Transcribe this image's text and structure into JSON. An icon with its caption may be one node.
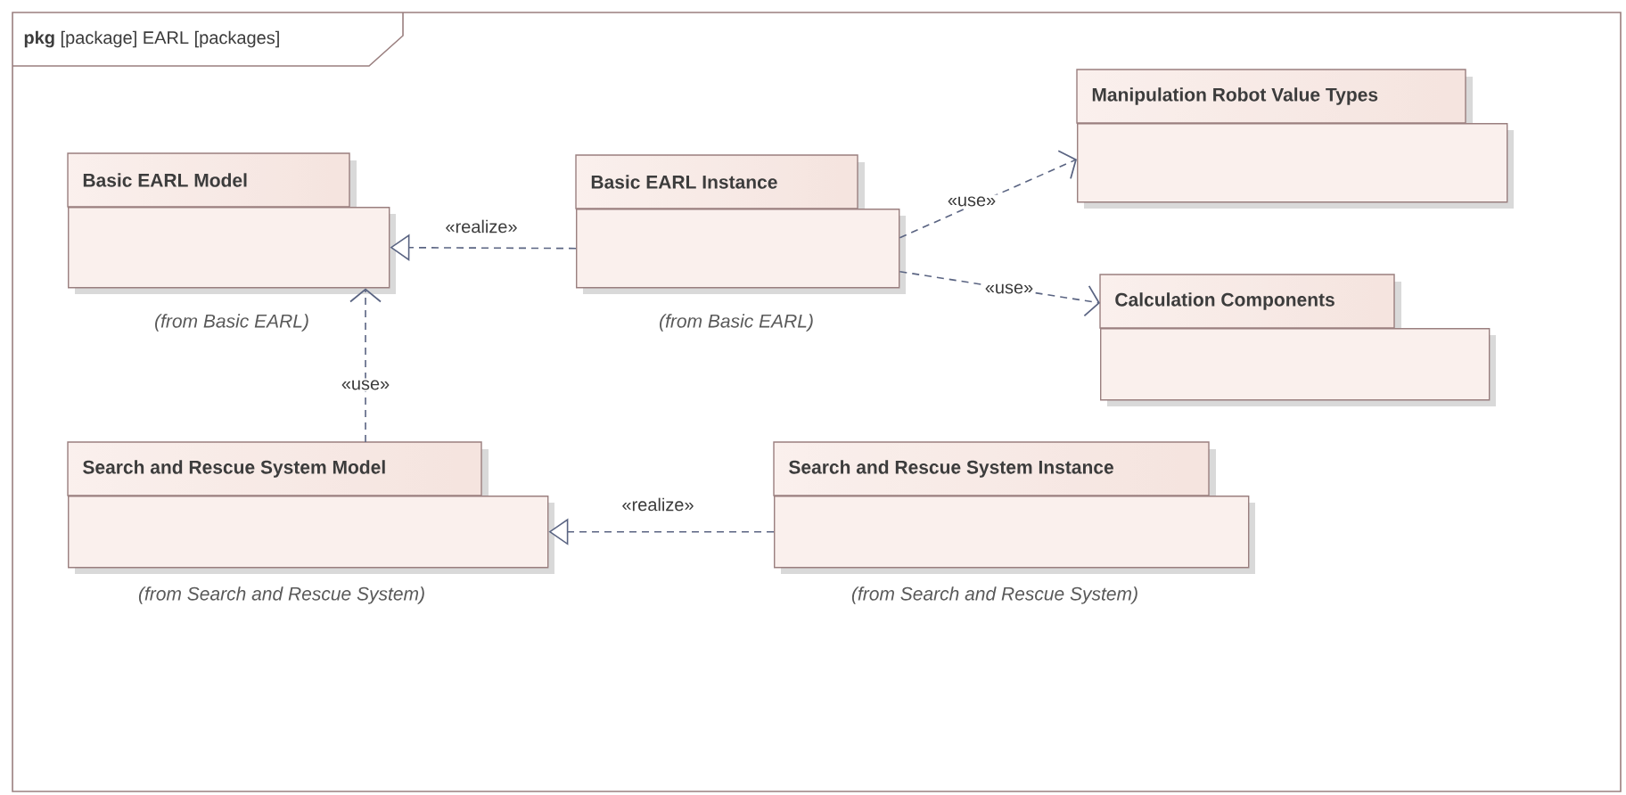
{
  "diagram": {
    "nodes": [
      {
        "text": [
          "**pkg** [package] EARL [packages]"
        ]
      },
      {
        "text": [
          "Basic EARL Model"
        ],
        "beside": [
          "(from Basic EARL)"
        ],
        "in": 0
      },
      {
        "text": [
          "Basic EARL Instance"
        ],
        "beside": [
          "(from Basic EARL)"
        ],
        "in": 0
      },
      {
        "text": [
          "Manipulation Robot Value Types"
        ],
        "in": 0
      },
      {
        "text": [
          "Calculation Components"
        ],
        "in": 0
      },
      {
        "text": [
          "Search and Rescue System Model"
        ],
        "beside": [
          "(from Search and Rescue System)"
        ],
        "in": 0
      },
      {
        "text": [
          "Search and Rescue System Instance"
        ],
        "beside": [
          "(from Search and Rescue System)"
        ],
        "in": 0
      }
    ],
    "edges": [
      {
        "from": 2,
        "to": 1,
        "arrow": "to",
        "label": "«realize»",
        "style": "dashed"
      },
      {
        "from": 2,
        "to": 3,
        "arrow": "to",
        "label": "«use»",
        "style": "dashed"
      },
      {
        "from": 2,
        "to": 4,
        "arrow": "to",
        "label": "«use»",
        "style": "dashed"
      },
      {
        "from": 5,
        "to": 1,
        "arrow": "to",
        "label": "«use»",
        "style": "dashed"
      },
      {
        "from": 6,
        "to": 5,
        "arrow": "to",
        "label": "«realize»",
        "style": "dashed"
      }
    ]
  }
}
